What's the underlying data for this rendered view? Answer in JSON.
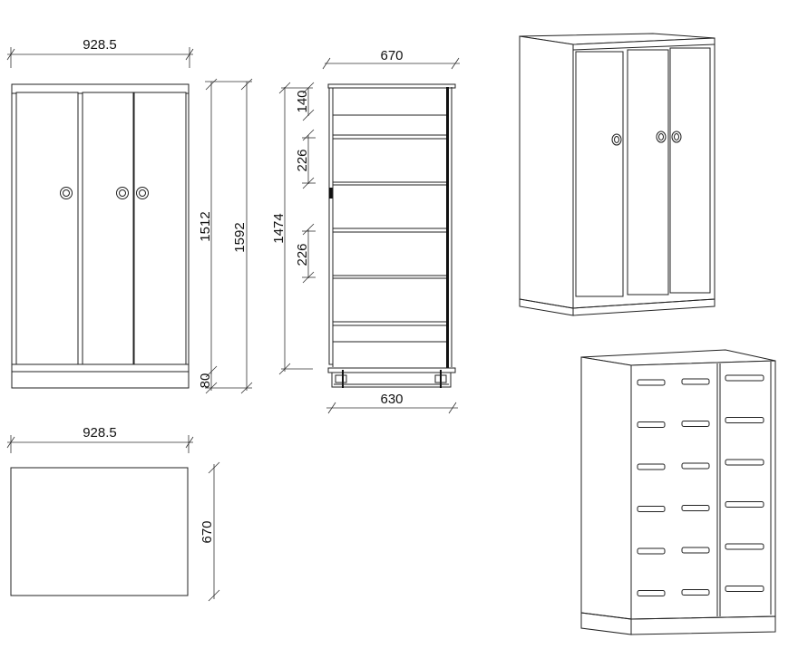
{
  "front_view": {
    "width_label": "928.5",
    "height_body_label": "1512",
    "height_total_label": "1592",
    "plinth_label": "80"
  },
  "side_view": {
    "depth_label": "670",
    "base_depth_label": "630",
    "interior_height_label": "1474",
    "top_gap_label": "140",
    "shelf_gap_1_label": "226",
    "shelf_gap_2_label": "226"
  },
  "plan_view": {
    "width_label": "928.5",
    "depth_label": "670"
  },
  "colors": {
    "line": "#222222",
    "background": "#ffffff"
  }
}
